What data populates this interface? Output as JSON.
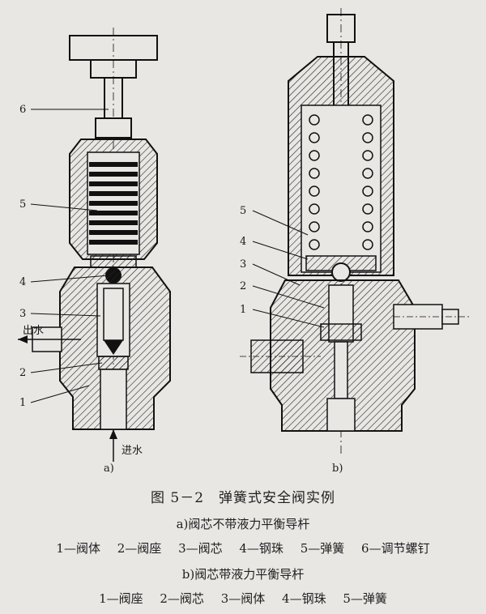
{
  "figure": {
    "title": "图 5－2　弹簧式安全阀实例",
    "valve_a": {
      "sublabel": "a)",
      "caption": "a)阀芯不带液力平衡导杆",
      "callouts": [
        "1",
        "2",
        "3",
        "4",
        "5",
        "6"
      ],
      "outlet_label": "出水",
      "inlet_label": "进水",
      "legend": [
        "1—阀体",
        "2—阀座",
        "3—阀芯",
        "4—钢珠",
        "5—弹簧",
        "6—调节螺钉"
      ]
    },
    "valve_b": {
      "sublabel": "b)",
      "caption": "b)阀芯带液力平衡导杆",
      "callouts": [
        "5",
        "4",
        "3",
        "2",
        "1"
      ],
      "legend": [
        "1—阀座",
        "2—阀芯",
        "3—阀体",
        "4—钢珠",
        "5—弹簧"
      ]
    }
  }
}
